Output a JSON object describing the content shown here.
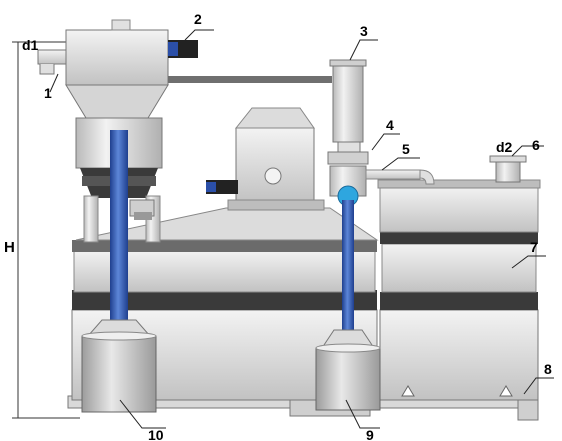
{
  "labels": {
    "d1": "d1",
    "d2": "d2",
    "H": "H",
    "n1": "1",
    "n2": "2",
    "n3": "3",
    "n4": "4",
    "n5": "5",
    "n6": "6",
    "n7": "7",
    "n8": "8",
    "n9": "9",
    "n10": "10"
  },
  "colors": {
    "metal_light": "#e6e6e6",
    "metal_mid": "#c9c9c9",
    "metal_dark": "#8f8f8f",
    "band_dark": "#3a3a3a",
    "pipe_blue": "#2b4fa8",
    "pipe_blue_light": "#4a78d0",
    "cyan": "#2ea6df"
  }
}
